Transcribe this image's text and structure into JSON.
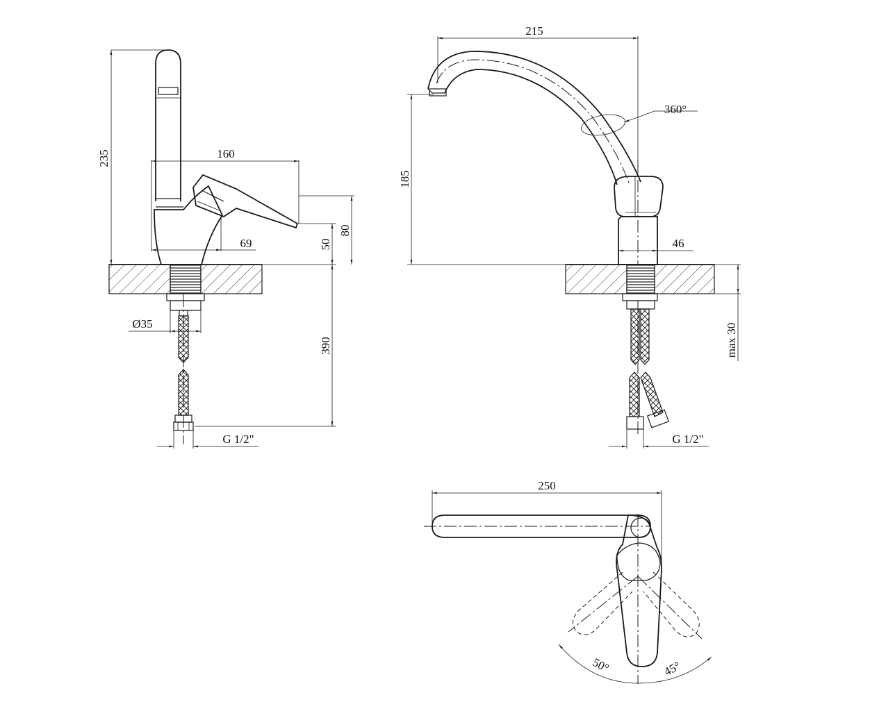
{
  "side_view": {
    "height_total": "235",
    "lever_reach": "160",
    "body_depth": "69",
    "lever_height": "50",
    "body_height": "80",
    "base_diameter": "Ø35",
    "hose_length": "390",
    "thread": "G 1/2\""
  },
  "front_view": {
    "spout_reach": "215",
    "spout_height": "185",
    "rotation": "360°",
    "body_width": "46",
    "max_counter_thickness": "max 30",
    "thread": "G 1/2\""
  },
  "top_view": {
    "overall_length": "250",
    "lever_angle_left": "50°",
    "lever_angle_right": "45°"
  }
}
